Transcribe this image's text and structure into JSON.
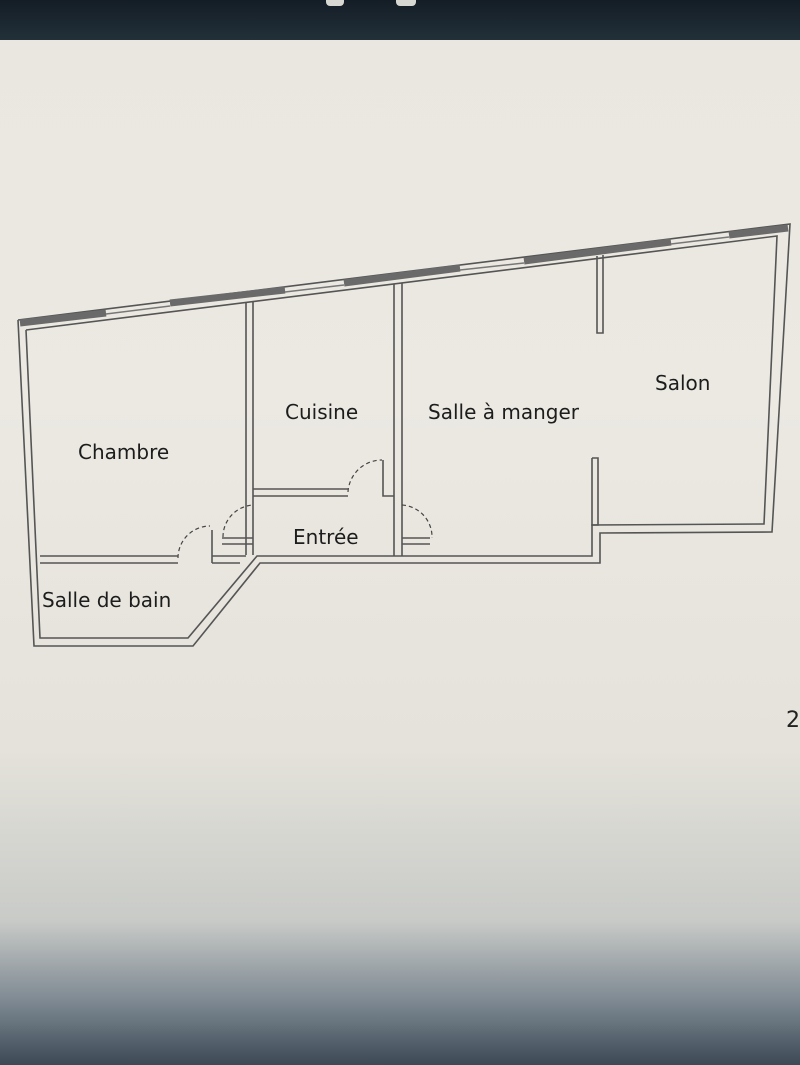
{
  "floor_plan": {
    "rooms": [
      {
        "id": "chambre",
        "label": "Chambre"
      },
      {
        "id": "cuisine",
        "label": "Cuisine"
      },
      {
        "id": "salle-a-manger",
        "label": "Salle à manger"
      },
      {
        "id": "salon",
        "label": "Salon"
      },
      {
        "id": "entree",
        "label": "Entrée"
      },
      {
        "id": "salle-de-bain",
        "label": "Salle de bain"
      }
    ]
  },
  "edge_text": "2",
  "colors": {
    "wall_outline": "#555555",
    "window_bar": "#6a6a6a",
    "paper": "#ebe9e2"
  }
}
